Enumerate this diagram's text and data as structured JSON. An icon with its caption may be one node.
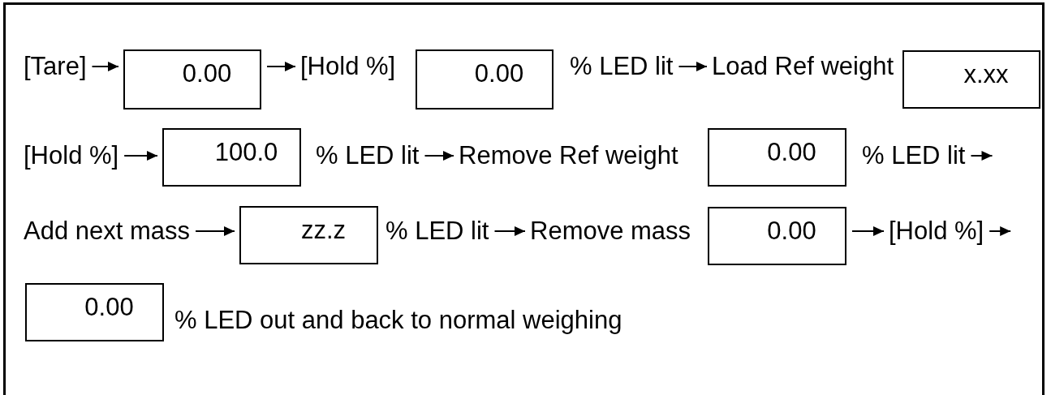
{
  "diagram": {
    "nodes": [
      {
        "text": [
          "[Tare]"
        ]
      },
      {
        "text": [
          "0.00"
        ]
      },
      {
        "text": [
          "[Hold %]"
        ]
      },
      {
        "text": [
          "0.00"
        ]
      },
      {
        "text": [
          "% LED lit"
        ]
      },
      {
        "text": [
          "Load Ref weight"
        ]
      },
      {
        "text": [
          "x.xx"
        ]
      },
      {
        "text": [
          "[Hold %]"
        ]
      },
      {
        "text": [
          "100.0"
        ]
      },
      {
        "text": [
          "% LED lit"
        ]
      },
      {
        "text": [
          "Remove Ref weight"
        ]
      },
      {
        "text": [
          "0.00"
        ]
      },
      {
        "text": [
          "% LED lit"
        ]
      },
      {
        "text": [
          "Add next mass"
        ]
      },
      {
        "text": [
          "zz.z"
        ]
      },
      {
        "text": [
          "% LED lit"
        ]
      },
      {
        "text": [
          "Remove mass"
        ]
      },
      {
        "text": [
          "0.00"
        ]
      },
      {
        "text": [
          "[Hold %]"
        ]
      },
      {
        "text": [
          "0.00"
        ]
      }
    ],
    "edges": [
      {
        "from": 0,
        "to": 1,
        "arrow": "to"
      },
      {
        "from": 1,
        "to": 2,
        "arrow": "to"
      },
      {
        "from": 4,
        "to": 5,
        "arrow": "to"
      },
      {
        "from": 7,
        "to": 8,
        "arrow": "to"
      },
      {
        "from": 9,
        "to": 10,
        "arrow": "to"
      },
      {
        "from": 12,
        "to": null,
        "arrow": "to"
      },
      {
        "from": 13,
        "to": 14,
        "arrow": "to"
      },
      {
        "from": 15,
        "to": 16,
        "arrow": "to"
      },
      {
        "from": 17,
        "to": 18,
        "arrow": "to"
      },
      {
        "from": 18,
        "to": null,
        "arrow": "to"
      }
    ],
    "labels": [
      "% LED out and back to normal weighing"
    ]
  }
}
